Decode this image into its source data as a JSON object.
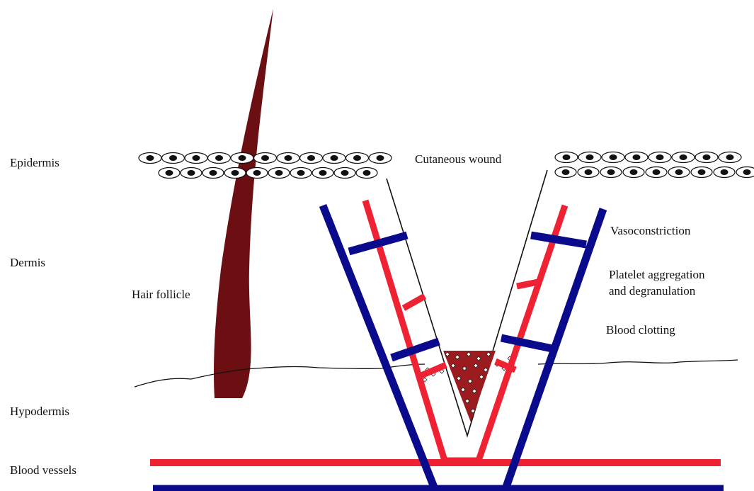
{
  "labels": {
    "epidermis": "Epidermis",
    "dermis": "Dermis",
    "hypodermis": "Hypodermis",
    "blood_vessels": "Blood vessels",
    "hair_follicle": "Hair follicle",
    "cutaneous_wound": "Cutaneous wound",
    "vasoconstriction": "Vasoconstriction",
    "platelet_line1": "Platelet aggregation",
    "platelet_line2": "and degranulation",
    "blood_clotting": "Blood clotting"
  },
  "colors": {
    "vein_blue": "#0a0a8c",
    "artery_red": "#ee2233",
    "hair": "#6b0f12",
    "clot": "#9b1b1e",
    "outline": "#111111"
  }
}
